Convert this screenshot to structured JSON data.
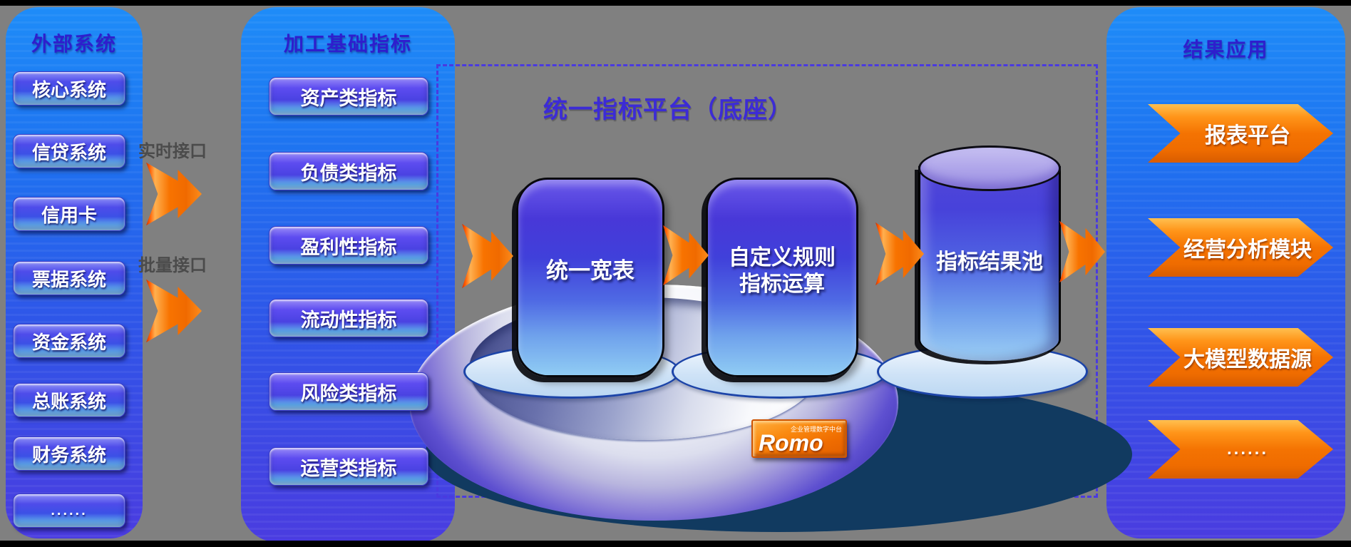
{
  "left_panel": {
    "title": "外部系统",
    "items": [
      "核心系统",
      "信贷系统",
      "信用卡",
      "票据系统",
      "资金系统",
      "总账系统",
      "财务系统",
      "......"
    ]
  },
  "interfaces": {
    "realtime_label": "实时接口",
    "batch_label": "批量接口"
  },
  "process_panel": {
    "title": "加工基础指标",
    "items": [
      "资产类指标",
      "负债类指标",
      "盈利性指标",
      "流动性指标",
      "风险类指标",
      "运营类指标"
    ]
  },
  "platform": {
    "title": "统一指标平台（底座）",
    "node1": "统一宽表",
    "node2_line1": "自定义规则",
    "node2_line2": "指标运算",
    "node3": "指标结果池",
    "logo_brand": "Romo",
    "logo_tagline": "企业管理数字中台"
  },
  "result_panel": {
    "title": "结果应用",
    "items": [
      "报表平台",
      "经营分析模块",
      "大模型数据源",
      "......"
    ]
  },
  "colors": {
    "canvas_gray": "#808080",
    "panel_blue_top": "#1e8cf8",
    "panel_blue_bottom": "#4a3ce0",
    "title_blue": "#2e1ecd",
    "dashed_border": "#4a3ae0",
    "accent_orange": "#f87300",
    "navy_shadow": "#113a60"
  }
}
